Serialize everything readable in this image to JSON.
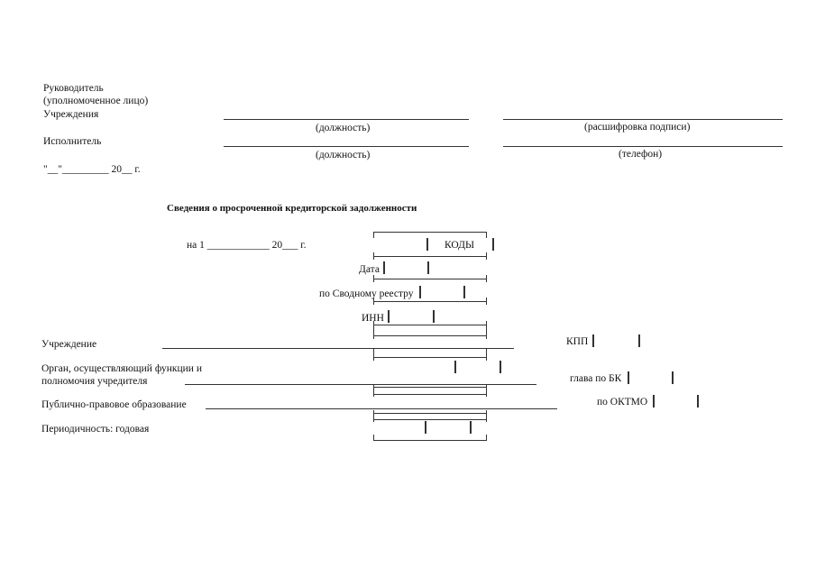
{
  "signatures": {
    "head_line1": "Руководитель",
    "head_line2": "(уполномоченное лицо)",
    "head_line3": "Учреждения",
    "position_caption": "(должность)",
    "signature_caption": "(расшифровка подписи)",
    "executor_label": "Исполнитель",
    "position_caption2": "(должность)",
    "phone_caption": "(телефон)",
    "date_line": "\"__\"_________ 20__ г."
  },
  "report": {
    "title": "Сведения о просроченной кредиторской задолженности",
    "date_line": "на 1 ____________ 20___ г."
  },
  "codes": {
    "header": "КОДЫ",
    "date_label": "Дата",
    "registry_label": "по Сводному реестру",
    "inn_label": "ИНН",
    "kpp_label": "КПП",
    "glava_label": "глава по БК",
    "oktmo_label": "по ОКТМО"
  },
  "fields": {
    "institution_label": "Учреждение",
    "founder_label_line1": "Орган, осуществляющий функции и",
    "founder_label_line2": "полномочия учредителя",
    "public_entity_label": "Публично-правовое образование",
    "periodicity_label": "Периодичность: годовая"
  }
}
